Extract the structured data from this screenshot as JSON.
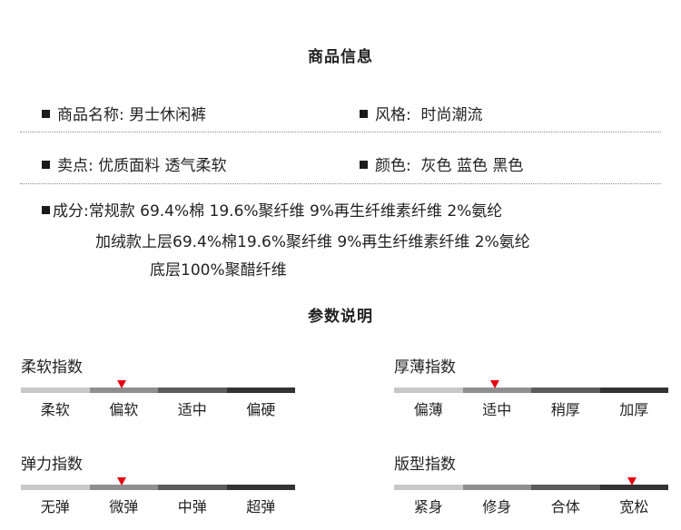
{
  "product_info": {
    "title": "商品信息",
    "name_label": "商品名称:",
    "name_value": "男士休闲裤",
    "style_label": "风格:",
    "style_value": "时尚潮流",
    "selling_label": "卖点:",
    "selling_value": "优质面料 透气柔软",
    "color_label": "颜色:",
    "color_value": "灰色 蓝色 黑色",
    "composition_label": "成分:",
    "composition_line1": "常规款 69.4%棉 19.6%聚纤维 9%再生纤维素纤维 2%氨纶",
    "composition_line2": "加绒款上层69.4%棉19.6%聚纤维 9%再生纤维素纤维 2%氨纶",
    "composition_line3": "底层100%聚醋纤维"
  },
  "params": {
    "title": "参数说明",
    "softness": {
      "title": "柔软指数",
      "labels": [
        "柔软",
        "偏软",
        "适中",
        "偏硬"
      ],
      "selected_index": 1
    },
    "thickness": {
      "title": "厚薄指数",
      "labels": [
        "偏薄",
        "适中",
        "稍厚",
        "加厚"
      ],
      "selected_index": 1
    },
    "elasticity": {
      "title": "弹力指数",
      "labels": [
        "无弹",
        "微弹",
        "中弹",
        "超弹"
      ],
      "selected_index": 1
    },
    "fit": {
      "title": "版型指数",
      "labels": [
        "紧身",
        "修身",
        "合体",
        "宽松"
      ],
      "selected_index": 3
    }
  },
  "colors": {
    "scale": [
      "#c8c8c8",
      "#8f8f8f",
      "#5c5c5c",
      "#333333"
    ],
    "marker": "#e60012"
  }
}
